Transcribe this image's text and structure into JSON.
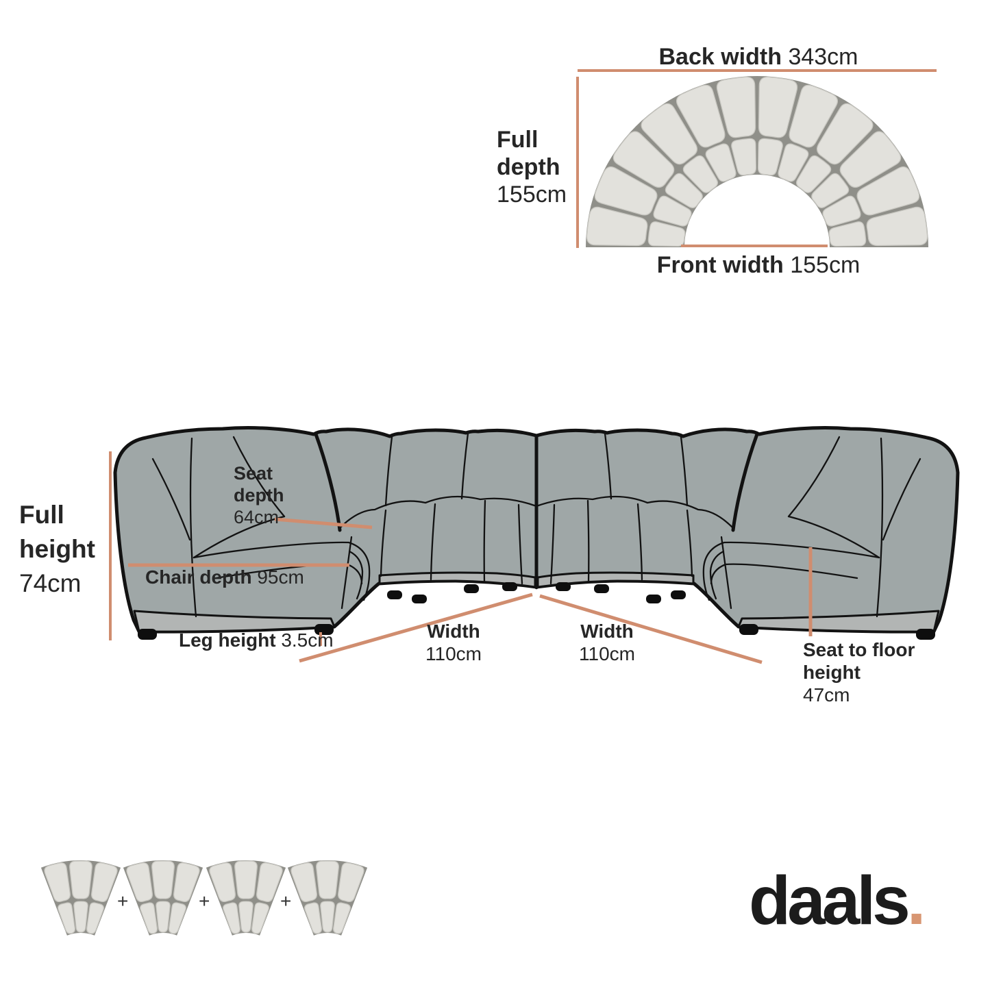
{
  "colors": {
    "accent_salmon": "#D08D6F",
    "sofa_fill": "#9FA7A7",
    "sofa_plinth": "#B2B5B4",
    "outline": "#121212",
    "fabric_light": "#E2E1DC",
    "fabric_seam": "#8F8F89",
    "text": "#262626",
    "logo": "#1C1C1C"
  },
  "top_view": {
    "back_width": {
      "label": "Back width",
      "value": "343cm"
    },
    "full_depth": {
      "line1": "Full",
      "line2": "depth",
      "value": "155cm"
    },
    "front_width": {
      "label": "Front width",
      "value": "155cm"
    }
  },
  "front_view": {
    "full_height": {
      "line1": "Full",
      "line2": "height",
      "value": "74cm"
    },
    "seat_depth": {
      "line1": "Seat",
      "line2": "depth",
      "value": "64cm"
    },
    "chair_depth": {
      "label": "Chair depth",
      "value": "95cm"
    },
    "leg_height": {
      "label": "Leg height",
      "value": "3.5cm"
    },
    "width_left": {
      "label": "Width",
      "value": "110cm"
    },
    "width_right": {
      "label": "Width",
      "value": "110cm"
    },
    "seat_to_floor": {
      "line1": "Seat to floor",
      "line2": "height",
      "value": "47cm"
    }
  },
  "modules": {
    "count": 4,
    "separator": "+"
  },
  "brand": {
    "name": "daals",
    "dot": "."
  }
}
